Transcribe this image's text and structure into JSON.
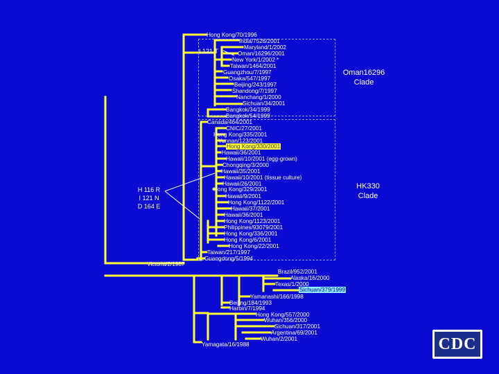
{
  "labels": {
    "victoria": "Victoria/2/1987",
    "yamagata": "Yamagata/16/1988",
    "hk70": "Hong Kong/70/1996",
    "india": "India/7526/2001",
    "maryland": "Maryland/1/2002",
    "oman16296": "Oman/16296/2001",
    "newyork": "New York/1/2002 *",
    "taiwan1464": "Taiwan/1464/2001",
    "guangzhou": "Guangzhou/7/1997",
    "osaka": "Osaka/547/1997",
    "beijing243": "Beijing/243/1997",
    "shandong": "Shandong/7/1997",
    "nanchang": "Nanchang/1/2000",
    "sichuan34": "Sichuan/34/2001",
    "bangkok34": "Bangkok/34/1999",
    "bangkok54": "Bangkok/54/1999",
    "canada": "Canada/464/2001",
    "cnic": "CNIC/27/2001",
    "hk335": "Hong Kong/335/2001",
    "yunnan": "Yunnan/123/2001",
    "hk330": "Hong Kong/330/2001",
    "hawaii36": "Hawaii/36/2001",
    "hawaii10egg": "Hawaii/10/2001 (egg-grown)",
    "chongqing": "Chongqing/3/2000",
    "hawaii35": "Hawaii/35/2001",
    "hawaii10tc": "Hawaii/10/2001 (tissue culture)",
    "hawaii26": "Hawaii/26/2001",
    "hk329": "Hong Kong/329/2001",
    "hawaii9": "Hawaii/9/2001",
    "hk1122": "Hong Kong/1122/2001",
    "hawaii37": "Hawaii/37/2001",
    "hawaii36b": "Hawaii/36/2001",
    "hk1123": "Hong Kong/1123/2001",
    "philippines": "Philippines/93079/2001",
    "hk336": "Hong Kong/336/2001",
    "hk6": "Hong Kong/6/2001",
    "hk22": "Hong Kong/22/2001",
    "taiwan217": "Taiwan/217/1997",
    "guangdong": "Guangdong/5/1994",
    "brazil": "Brazil/952/2001",
    "alaska": "Alaska/16/2000",
    "texas": "Texas/1/2000",
    "sichuan379": "Sichuan/379/1999",
    "yamanashi": "Yamanashi/166/1998",
    "beijing184": "Beijing/184/1993",
    "harbin": "Harbin/7/1994",
    "hk557": "Hong Kong/557/2000",
    "wuhan356": "Wuhan/356/2000",
    "sichuan317": "Sichuan/317/2001",
    "argentina": "Argentina/69/2001",
    "wuhan2": "Wuhan/2/2001"
  },
  "mutations": {
    "i121t": "I 121 T",
    "line1": "H 116 R",
    "line2": "I 121 N",
    "line3": "D 164 E"
  },
  "clades": {
    "oman_l1": "Oman16296",
    "oman_l2": "Clade",
    "hk_l1": "HK330",
    "hk_l2": "Clade"
  },
  "logo": {
    "text": "CDC"
  },
  "colors": {
    "background": "#0a0ad0",
    "branch": "#ffff33",
    "highlight_yellow": "#ffff33",
    "highlight_cyan": "#8ef0ff",
    "text": "#ffffff"
  }
}
